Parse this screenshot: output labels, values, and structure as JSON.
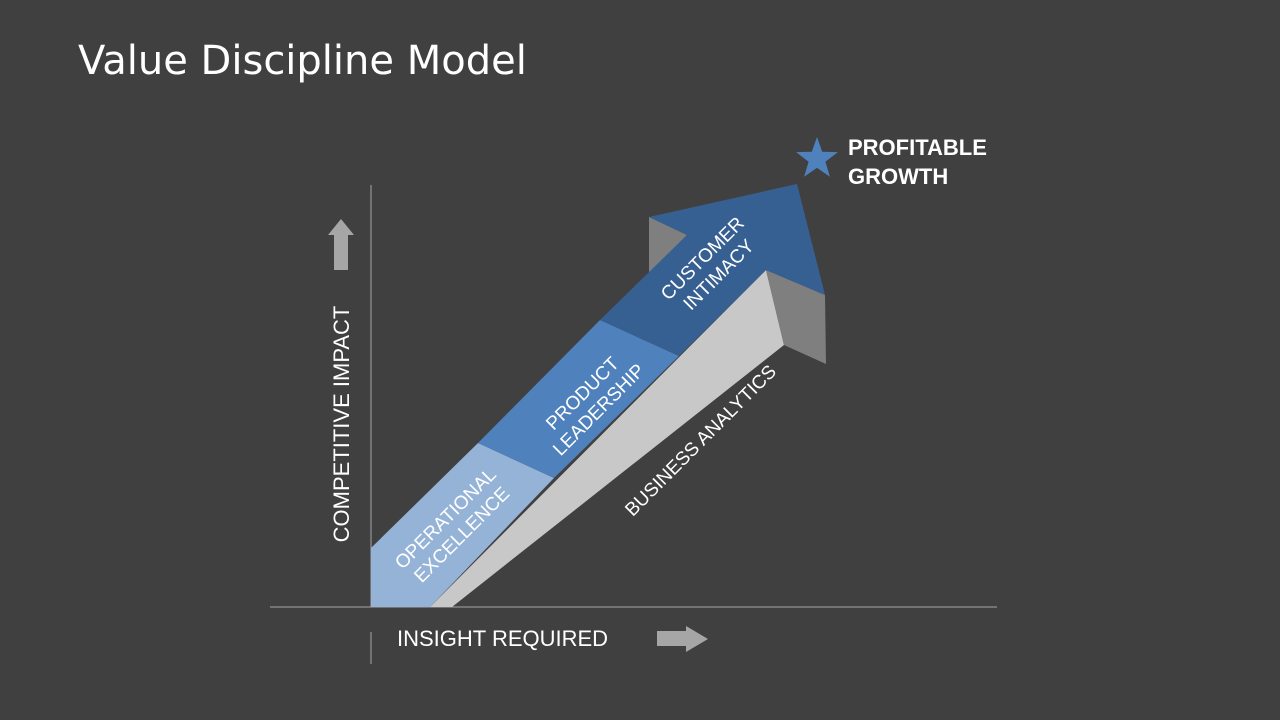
{
  "slide": {
    "title": "Value Discipline Model"
  },
  "diagram": {
    "y_axis_label": "COMPETITIVE IMPACT",
    "x_axis_label": "INSIGHT REQUIRED",
    "arrow_segments": [
      {
        "label_line1": "OPERATIONAL",
        "label_line2": "EXCELLENCE",
        "color": "#95b3d7"
      },
      {
        "label_line1": "PRODUCT",
        "label_line2": "LEADERSHIP",
        "color": "#4f81bd"
      },
      {
        "label_line1": "CUSTOMER",
        "label_line2": "INTIMACY",
        "color": "#376092"
      }
    ],
    "base_label": "BUSINESS ANALYTICS",
    "goal": {
      "line1": "PROFITABLE",
      "line2": "GROWTH",
      "icon": "star-icon",
      "star_color": "#4f81bd"
    },
    "colors": {
      "background": "#404040",
      "side_face": "#c8c8c8",
      "dark_face": "#7f7f7f",
      "axis_line": "#a6a6a6",
      "direction_arrow": "#a6a6a6"
    }
  }
}
